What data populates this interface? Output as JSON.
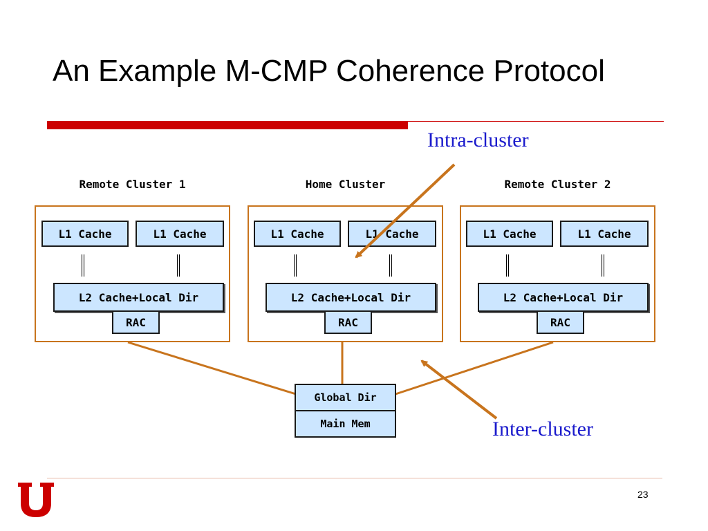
{
  "slide": {
    "title": "An Example M-CMP Coherence Protocol",
    "page_number": "23"
  },
  "callouts": {
    "intra": "Intra-cluster",
    "inter": "Inter-cluster"
  },
  "clusters": [
    {
      "label": "Remote Cluster 1",
      "l1_left": "L1 Cache",
      "l1_right": "L1 Cache",
      "l2": "L2 Cache+Local Dir",
      "rac": "RAC"
    },
    {
      "label": "Home Cluster",
      "l1_left": "L1 Cache",
      "l1_right": "L1 Cache",
      "l2": "L2 Cache+Local Dir",
      "rac": "RAC"
    },
    {
      "label": "Remote Cluster 2",
      "l1_left": "L1 Cache",
      "l1_right": "L1 Cache",
      "l2": "L2 Cache+Local Dir",
      "rac": "RAC"
    }
  ],
  "global": {
    "dir": "Global Dir",
    "mem": "Main Mem"
  },
  "colors": {
    "accent_red": "#cc0000",
    "connector_orange": "#c8741d",
    "node_fill": "#cce6ff",
    "callout_blue": "#1a1acc"
  },
  "logo": {
    "icon": "university-u-logo"
  }
}
